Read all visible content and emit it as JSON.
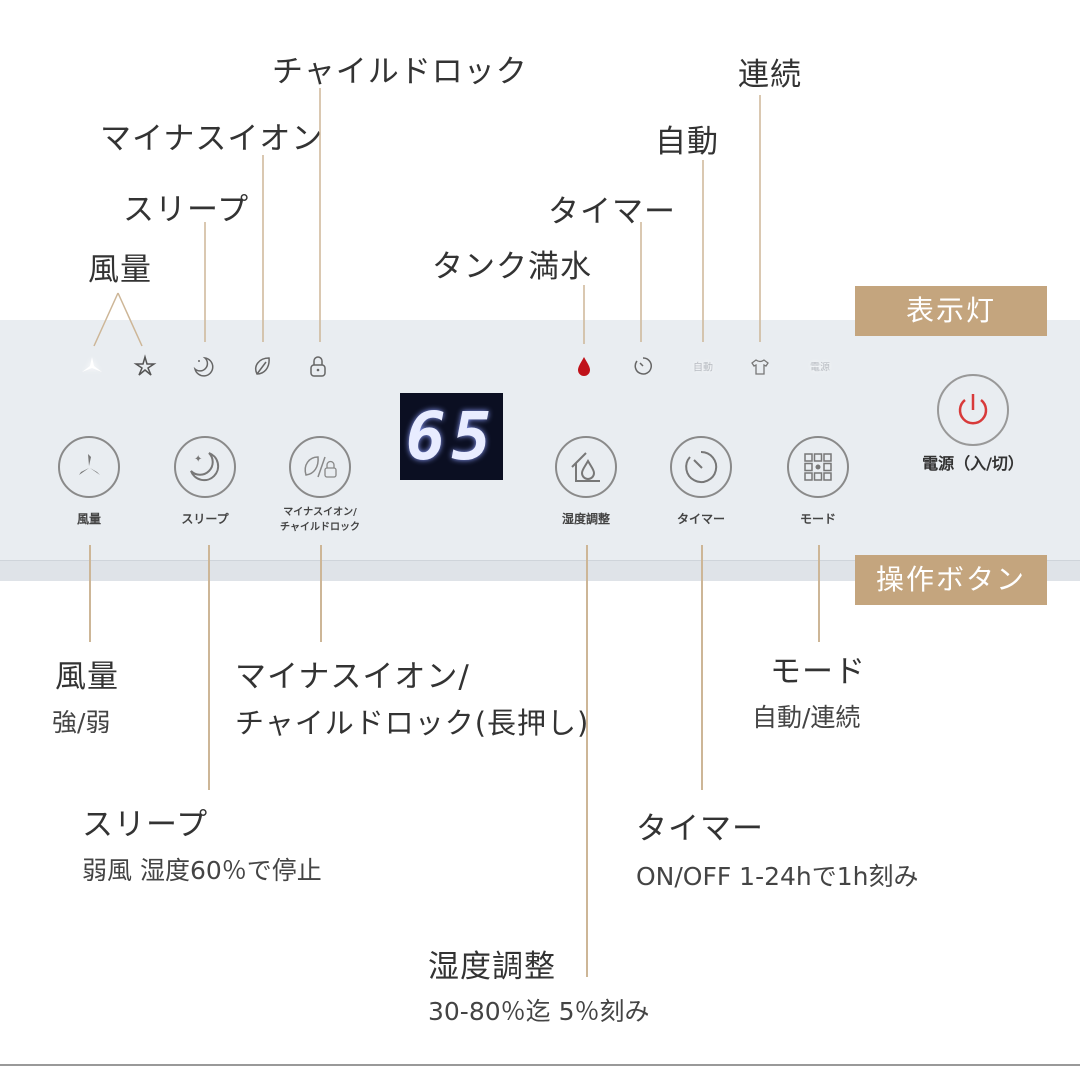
{
  "top_labels": {
    "child_lock": "チャイルドロック",
    "minus_ion": "マイナスイオン",
    "sleep": "スリープ",
    "fan": "風量",
    "continuous": "連続",
    "auto": "自動",
    "timer": "タイマー",
    "tank_full": "タンク満水"
  },
  "badges": {
    "indicators": "表示灯",
    "buttons": "操作ボタン"
  },
  "indicators": {
    "auto_text": "自動",
    "power_text": "電源",
    "icons": [
      "fan-icon",
      "star-icon",
      "moon-icon",
      "leaf-icon",
      "lock-icon",
      "water-drop-icon",
      "timer-icon",
      "shirt-icon"
    ],
    "tank_color": "#c0121a"
  },
  "display": {
    "value": "65"
  },
  "buttons": {
    "fan": "風量",
    "sleep": "スリープ",
    "ion_lock_1": "マイナスイオン/",
    "ion_lock_2": "チャイルドロック",
    "humidity": "湿度調整",
    "timer": "タイマー",
    "mode": "モード",
    "power": "電源（入/切）"
  },
  "descriptions": {
    "fan": {
      "title": "風量",
      "detail": "強/弱"
    },
    "ion": {
      "title": "マイナスイオン/",
      "detail": "チャイルドロック(長押し)"
    },
    "mode": {
      "title": "モード",
      "detail": "自動/連続"
    },
    "sleep": {
      "title": "スリープ",
      "detail": "弱風 湿度60％で停止"
    },
    "timer": {
      "title": "タイマー",
      "detail": "ON/OFF 1-24hで1h刻み"
    },
    "humidity": {
      "title": "湿度調整",
      "detail": "30-80％迄 5％刻み"
    }
  },
  "colors": {
    "accent": "#c4a57e",
    "panel": "#e9edf1",
    "power": "#d83a3a"
  }
}
